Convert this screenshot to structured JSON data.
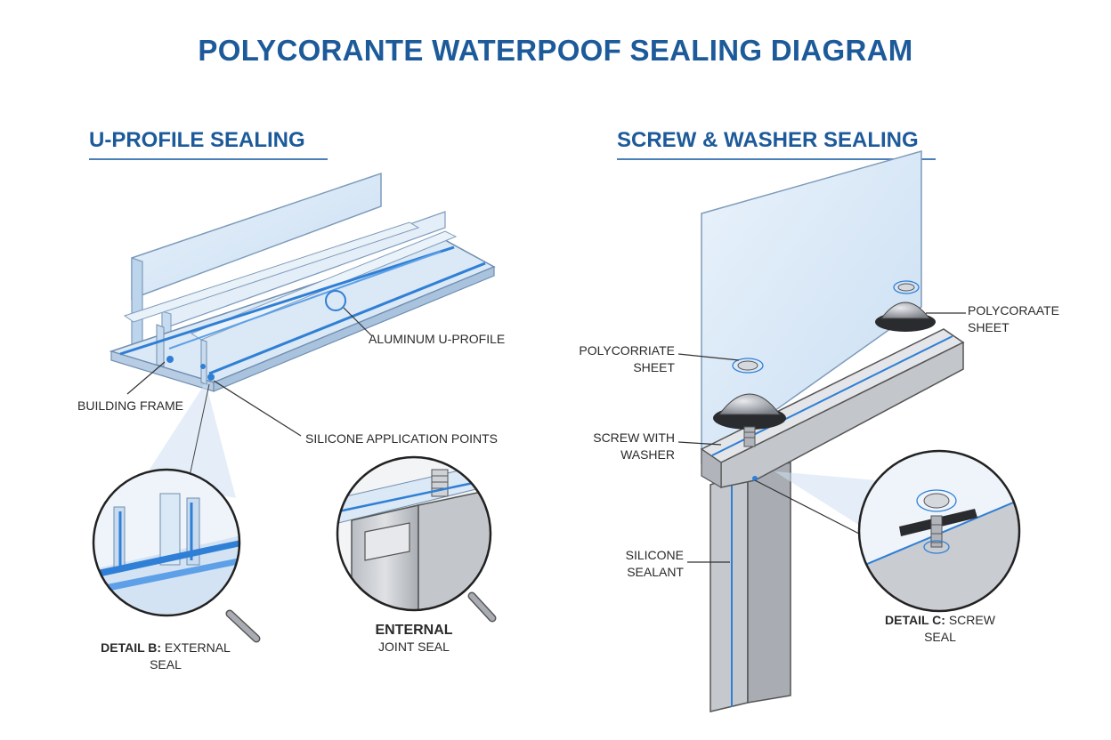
{
  "title": "POLYCORANTE WATERPOOF SEALING DIAGRAM",
  "left_section": {
    "heading": "U-PROFILE SEALING",
    "labels": {
      "aluminum_u_profile": "ALUMINUM U-PROFILE",
      "building_frame": "BUILDING FRAME",
      "silicone_points": "SILICONE APPLICATION POINTS",
      "detail_b_bold": "DETAIL B:",
      "detail_b_rest": " EXTERNAL",
      "detail_b_line2": "SEAL",
      "enternal_line1": "ENTERNAL",
      "enternal_line2": "JOINT SEAL"
    }
  },
  "right_section": {
    "heading": "SCREW & WASHER SEALING",
    "labels": {
      "sheet_right_line1": "POLYCORAATE",
      "sheet_right_line2": "SHEET",
      "sheet_left_line1": "POLYCORRIATE",
      "sheet_left_line2": "SHEET",
      "screw_line1": "SCREW WITH",
      "screw_line2": "WASHER",
      "silicone_line1": "SILICONE",
      "silicone_line2": "SEALANT",
      "detail_c_bold": "DETAIL C:",
      "detail_c_rest": " SCREW",
      "detail_c_line2": "SEAL"
    }
  },
  "colors": {
    "title_blue": "#1d5a9a",
    "sealant_blue": "#2f7fd6",
    "glass_blue": "#d8e8f6",
    "aluminum_gray": "#c9ccd1"
  }
}
